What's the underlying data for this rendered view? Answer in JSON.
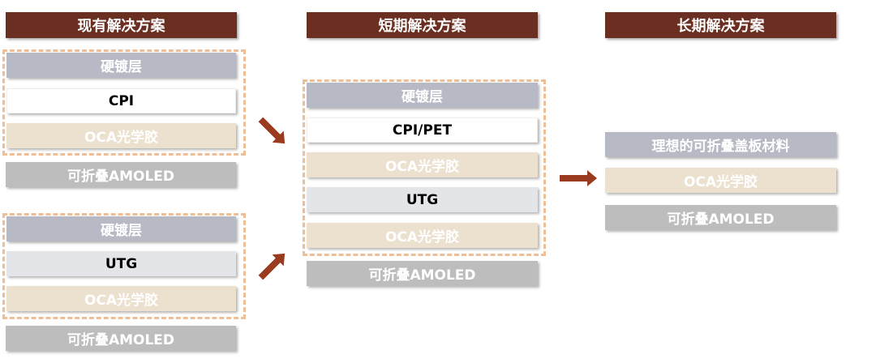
{
  "columns": [
    {
      "title": "现有解决方案"
    },
    {
      "title": "短期解决方案"
    },
    {
      "title": "长期解决方案"
    }
  ],
  "current": {
    "stack1": {
      "layers": [
        "硬镀层",
        "CPI",
        "OCA光学胶"
      ],
      "base": "可折叠AMOLED"
    },
    "stack2": {
      "layers": [
        "硬镀层",
        "UTG",
        "OCA光学胶"
      ],
      "base": "可折叠AMOLED"
    }
  },
  "short_term": {
    "layers": [
      "硬镀层",
      "CPI/PET",
      "OCA光学胶",
      "UTG",
      "OCA光学胶"
    ],
    "base": "可折叠AMOLED"
  },
  "long_term": {
    "layers": [
      "理想的可折叠盖板材料",
      "OCA光学胶",
      "可折叠AMOLED"
    ]
  },
  "colors": {
    "header": "#6b2f22",
    "arrow": "#9a3a1f",
    "dashed_border": "#eebf96",
    "hard_coat": "#b7b9c5",
    "oca": "#ece0cf",
    "utg": "#e4e5e8",
    "amoled": "#bdbdbd"
  }
}
